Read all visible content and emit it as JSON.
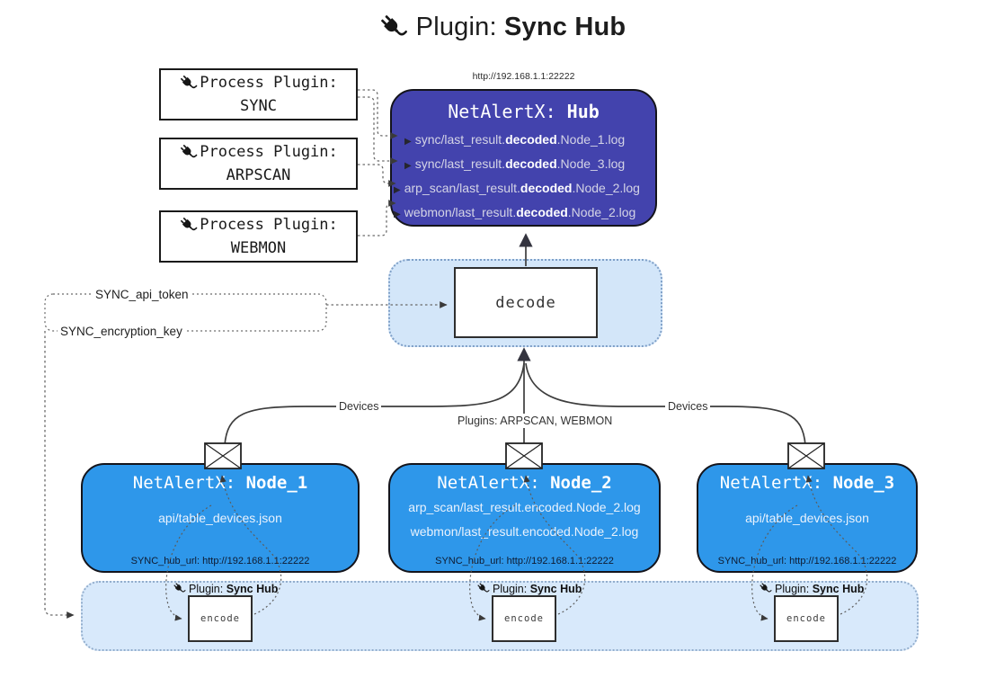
{
  "diagram_title": {
    "prefix": "Plugin:",
    "bold": "Sync Hub"
  },
  "process_plugins": {
    "heading": "Process Plugin:",
    "items": [
      "SYNC",
      "ARPSCAN",
      "WEBMON"
    ]
  },
  "hub": {
    "url": "http://192.168.1.1:22222",
    "title_prefix": "NetAlertX:",
    "title_name": "Hub",
    "files": [
      {
        "pre": "sync/last_result.",
        "bold": "decoded",
        "post": ".Node_1.log"
      },
      {
        "pre": "sync/last_result.",
        "bold": "decoded",
        "post": ".Node_3.log"
      },
      {
        "pre": "arp_scan/last_result.",
        "bold": "decoded",
        "post": ".Node_2.log"
      },
      {
        "pre": "webmon/last_result.",
        "bold": "decoded",
        "post": ".Node_2.log"
      }
    ]
  },
  "decode_box": {
    "label": "decode"
  },
  "config": {
    "api_token": "SYNC_api_token",
    "encryption_key": "SYNC_encryption_key"
  },
  "edge_labels": {
    "devices_left": "Devices",
    "plugins_center": "Plugins: ARPSCAN, WEBMON",
    "devices_right": "Devices"
  },
  "nodes": [
    {
      "title_prefix": "NetAlertX:",
      "title_name": "Node_1",
      "files": [
        "api/table_devices.json"
      ],
      "hub_url": "SYNC_hub_url: http://192.168.1.1:22222"
    },
    {
      "title_prefix": "NetAlertX:",
      "title_name": "Node_2",
      "files": [
        "arp_scan/last_result.encoded.Node_2.log",
        "webmon/last_result.encoded.Node_2.log"
      ],
      "hub_url": "SYNC_hub_url: http://192.168.1.1:22222"
    },
    {
      "title_prefix": "NetAlertX:",
      "title_name": "Node_3",
      "files": [
        "api/table_devices.json"
      ],
      "hub_url": "SYNC_hub_url: http://192.168.1.1:22222"
    }
  ],
  "encode_band": {
    "plugin_prefix": "Plugin:",
    "plugin_bold": "Sync Hub",
    "encode_label": "encode"
  },
  "colors": {
    "hub_fill": "#4343ad",
    "node_fill": "#2e97ea",
    "band_fill": "#d8e9fb",
    "decode_area_fill": "#d3e6f9"
  }
}
